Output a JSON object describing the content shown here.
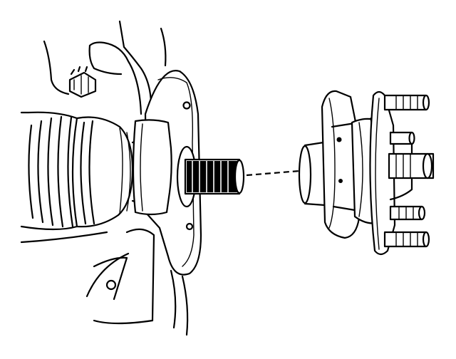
{
  "diagram": {
    "colors": {
      "line": "#000000",
      "background": "#ffffff"
    },
    "parts": [
      "drive-axle-cv-joint",
      "steering-knuckle",
      "knuckle-bolt",
      "axle-spline-shaft",
      "alignment-centerline",
      "wheel-hub-bearing",
      "wheel-studs"
    ]
  }
}
